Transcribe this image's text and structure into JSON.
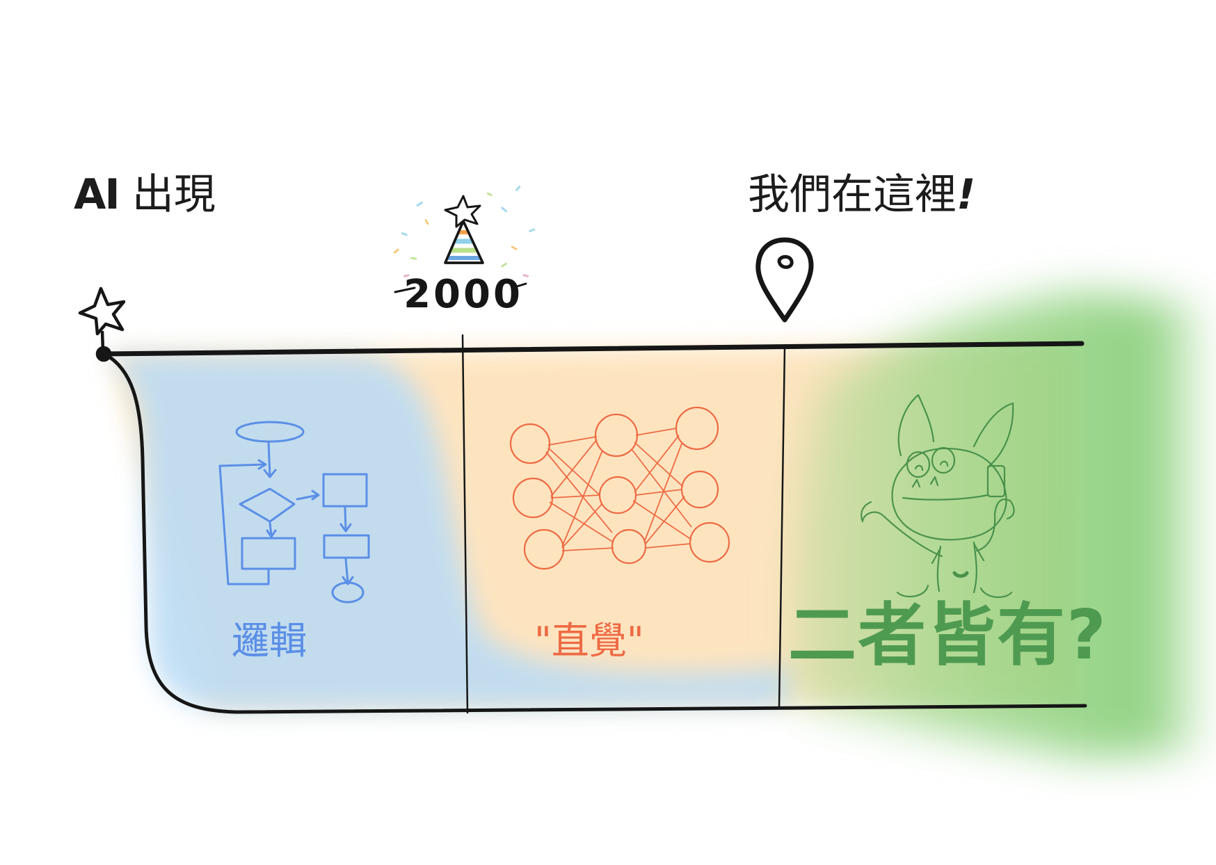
{
  "timeline": {
    "start_label_ai": "AI",
    "start_label_rest": "出現",
    "milestone_year": "2000",
    "here_label": "我們在這裡",
    "here_punct": "!"
  },
  "eras": {
    "logic_label": "邏輯",
    "intuition_label": "\"直覺\"",
    "both_label": "二者皆有",
    "both_punct": "?"
  },
  "colors": {
    "logic": "#5b8ee6",
    "intuition": "#ee6a44",
    "both": "#4f9a51",
    "logic_wash": "#bcdcf4",
    "intuition_wash": "#fddcaa",
    "both_wash": "#9fd78c"
  },
  "icons": {
    "start": "star-pin-icon",
    "milestone": "party-hat-icon",
    "here": "location-pin-icon",
    "logic": "flowchart-icon",
    "intuition": "neural-network-icon",
    "both": "cartoon-creature-icon"
  }
}
